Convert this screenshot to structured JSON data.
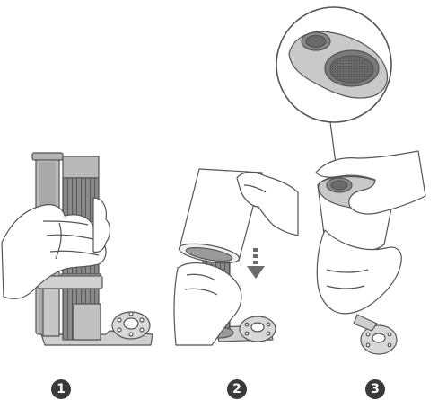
{
  "steps": [
    {
      "number": "1"
    },
    {
      "number": "2"
    },
    {
      "number": "3"
    }
  ],
  "colors": {
    "line": "#555555",
    "filter_body": "#b9b9b9",
    "filter_pleats": "#7a7a7a",
    "filter_dark": "#6a6a6a",
    "filter_mesh": "#5e5e5e",
    "skin": "#ffffff",
    "badge": "#3a3a3a"
  },
  "icons": [
    "hand-icon",
    "down-arrow-icon",
    "magnifier-callout-icon"
  ]
}
